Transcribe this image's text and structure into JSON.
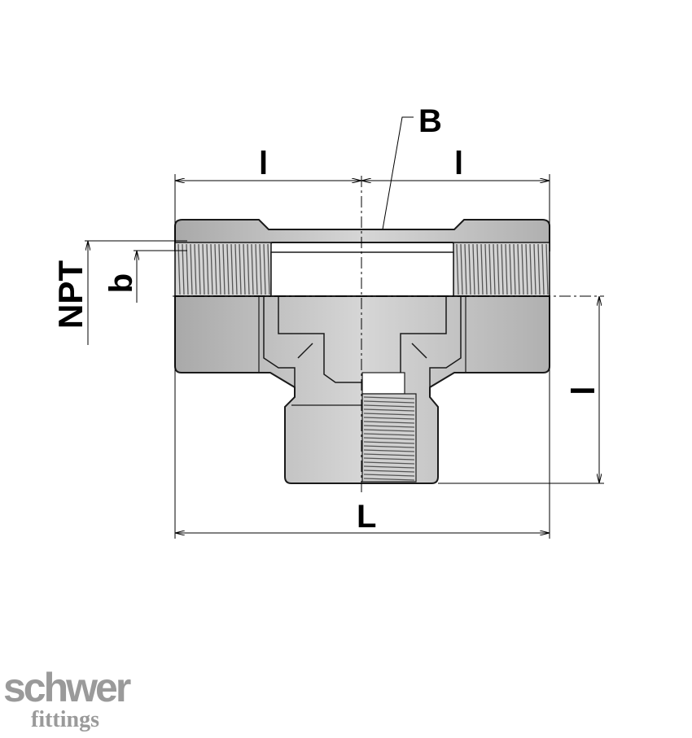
{
  "diagram": {
    "labels": {
      "B": "B",
      "l_left": "l",
      "l_right": "l",
      "l_vertical": "l",
      "NPT": "NPT",
      "b": "b",
      "L": "L"
    },
    "colors": {
      "body_fill": "#c2c2c2",
      "body_stroke": "#1a1a1a",
      "dim_line": "#000000",
      "thread": "#555555"
    }
  },
  "logo": {
    "brand": "schwer",
    "sub": "fittings",
    "color": "#9a9a9a"
  }
}
